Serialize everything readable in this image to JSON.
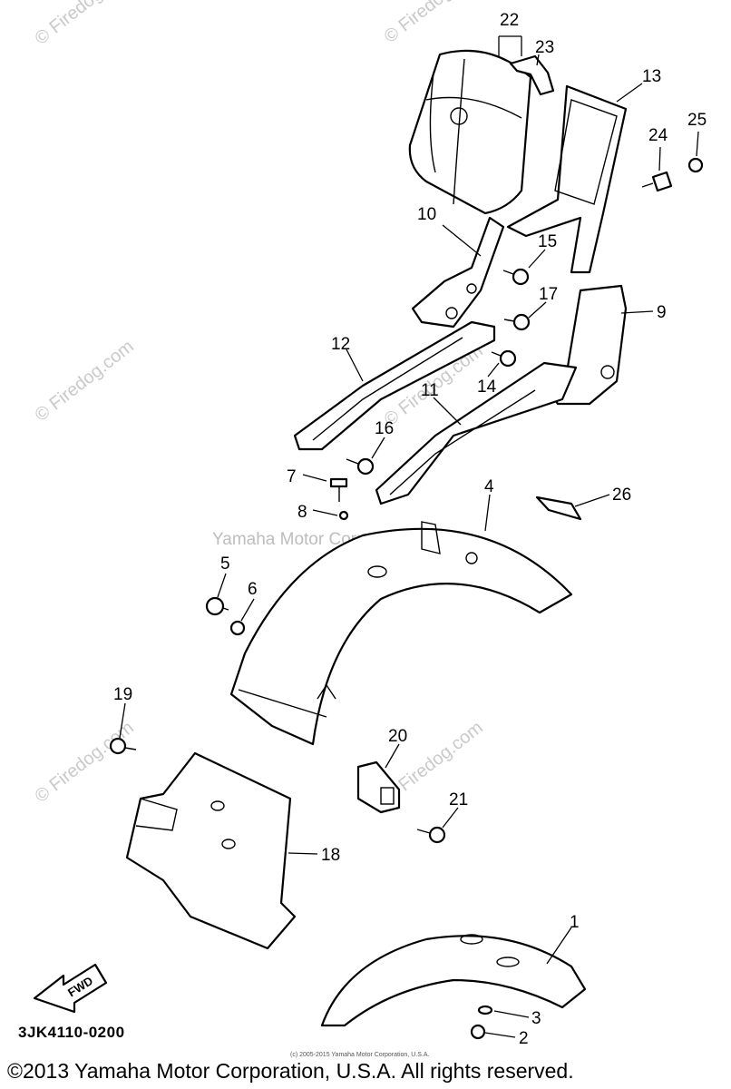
{
  "callouts": [
    "22",
    "23",
    "13",
    "25",
    "24",
    "10",
    "15",
    "17",
    "9",
    "12",
    "14",
    "11",
    "16",
    "7",
    "8",
    "4",
    "26",
    "5",
    "6",
    "19",
    "20",
    "21",
    "18",
    "1",
    "3",
    "2"
  ],
  "watermarks": {
    "firedog": "© Firedog.com",
    "yamaha": "Yamaha Motor Corp., U.S.A."
  },
  "fwd_label": "FWD",
  "diagram_code": "3JK4110-0200",
  "small_print": "(c) 2005-2015 Yamaha Motor Corporation, U.S.A.",
  "copyright": "©2013 Yamaha Motor Corporation, U.S.A. All rights reserved."
}
